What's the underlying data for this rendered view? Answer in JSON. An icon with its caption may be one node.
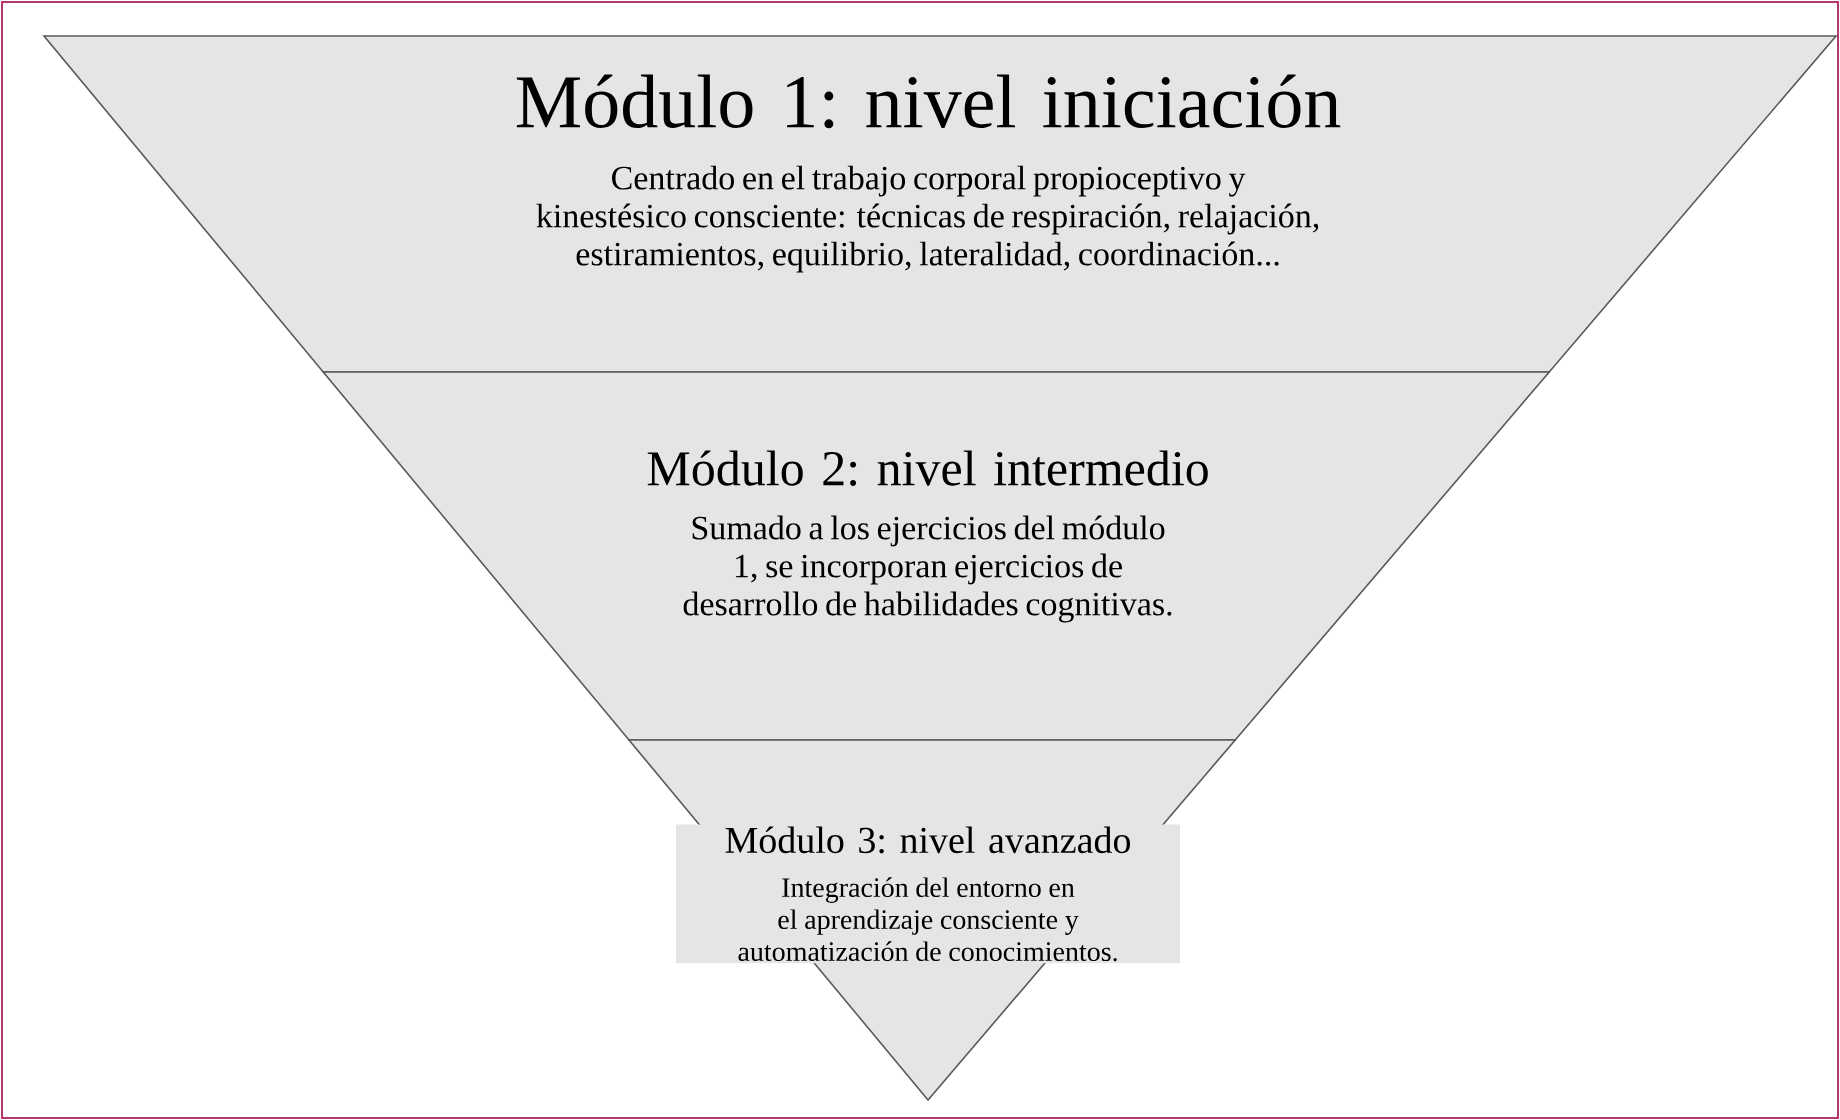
{
  "diagram": {
    "nodes": [
      {
        "text": [
          "Módulo 1: nivel iniciación",
          "Centrado en el trabajo corporal propioceptivo y kinestésico consciente: técnicas de respiración, relajación, estiramientos, equilibrio, lateralidad, coordinación..."
        ]
      },
      {
        "text": [
          "Módulo 2: nivel intermedio",
          "Sumado a los ejercicios del módulo 1, se incorporan ejercicios de desarrollo de habilidades cognitivas."
        ]
      },
      {
        "text": [
          "Módulo 3: nivel avanzado",
          "Integración del entorno en el aprendizaje consciente y automatización de conocimientos."
        ]
      }
    ]
  }
}
